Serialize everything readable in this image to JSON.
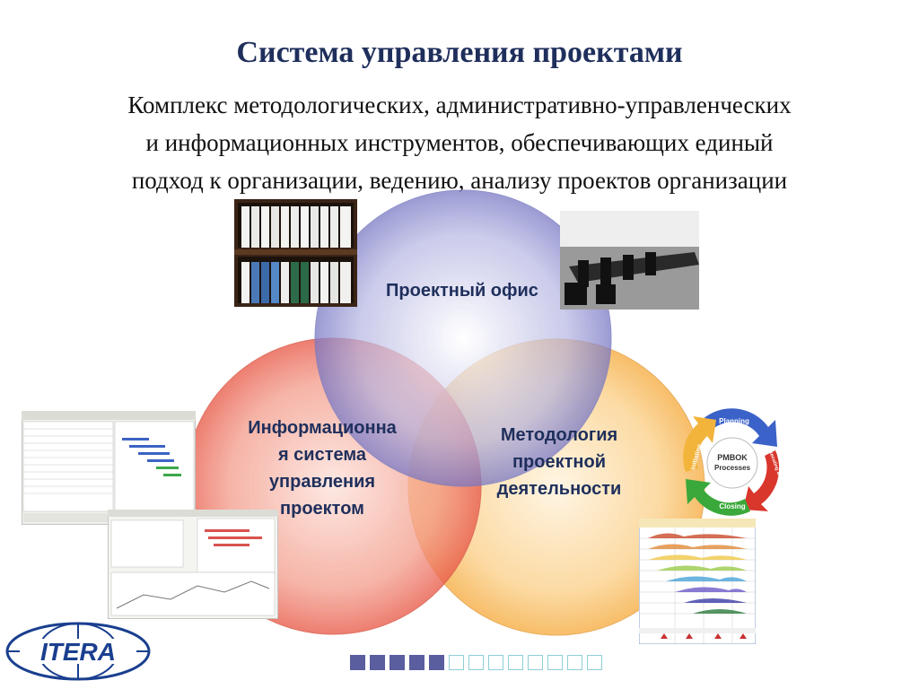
{
  "title": "Система управления проектами",
  "subtitle_lines": [
    "Комплекс методологических, административно-управленческих",
    "и информационных инструментов, обеспечивающих единый",
    "подход к организации, ведению, анализу проектов организации"
  ],
  "circles": {
    "top": {
      "label": "Проектный офис",
      "fill": "#8f8fd0",
      "text_color": "#1f2f5c"
    },
    "left": {
      "label_lines": [
        "Информационна",
        "я система",
        "управления",
        "проектом"
      ],
      "fill": "#f07a6a",
      "text_color": "#1f2f5c"
    },
    "right": {
      "label_lines": [
        "Методология",
        "проектной",
        "деятельности"
      ],
      "fill": "#f9c36a",
      "text_color": "#1f2f5c"
    }
  },
  "pmbok": {
    "center_lines": [
      "PMBOK",
      "Processes"
    ],
    "segments": [
      "Planning",
      "Executing & Controlling",
      "Closing",
      "Initiating"
    ]
  },
  "logo": {
    "text": "ITERA",
    "color": "#1a3f8f"
  },
  "slide_progress": {
    "filled": 5,
    "total": 13
  }
}
